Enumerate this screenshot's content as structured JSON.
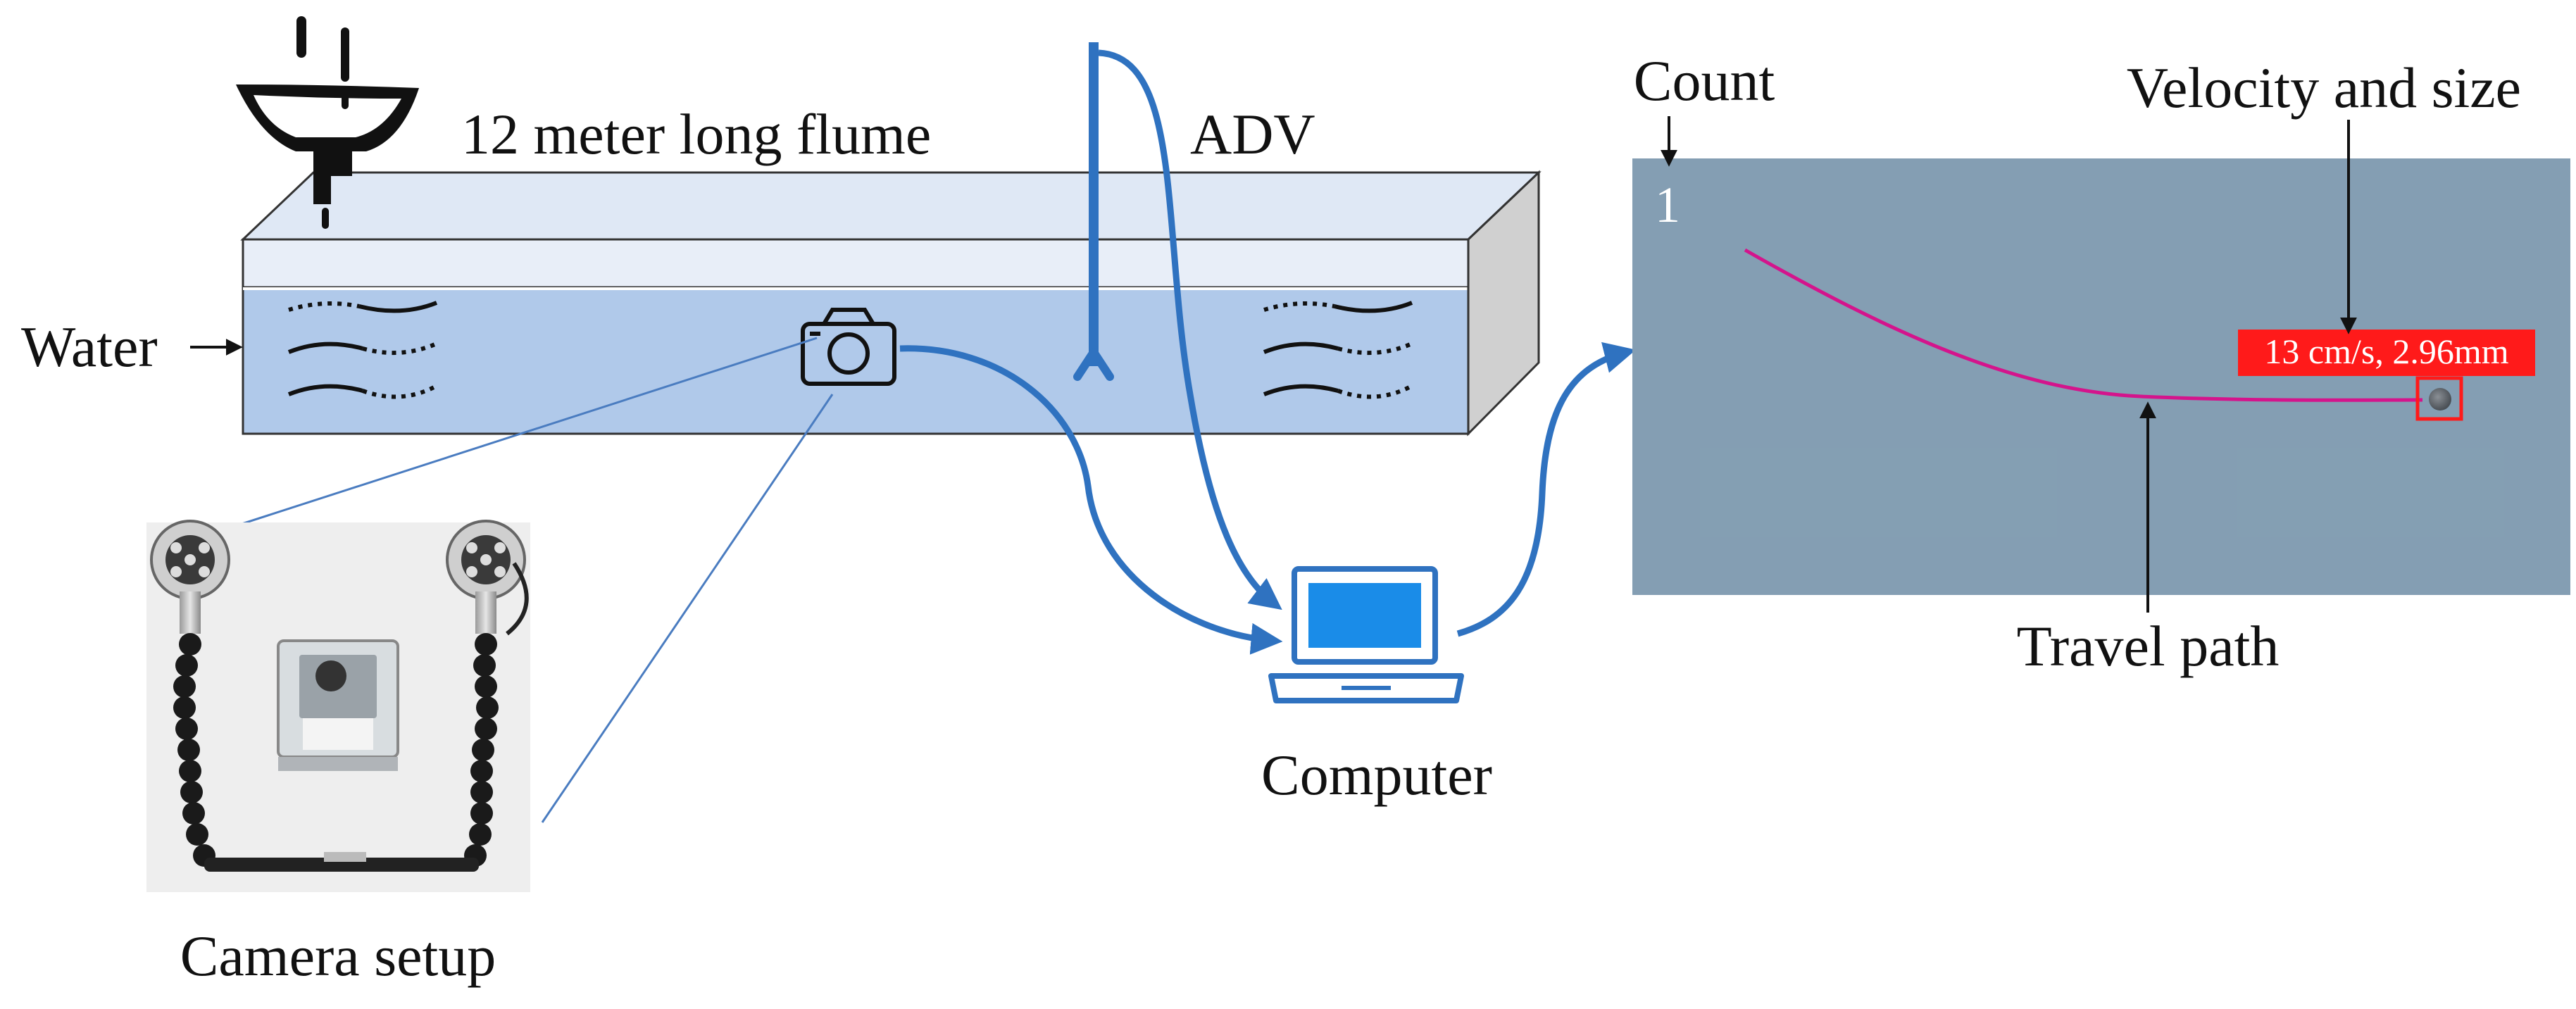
{
  "labels": {
    "flume": "12 meter long flume",
    "adv": "ADV",
    "water": "Water",
    "camera_setup": "Camera setup",
    "computer": "Computer",
    "count": "Count",
    "velocity_size": "Velocity and size",
    "travel_path": "Travel path"
  },
  "frame": {
    "count_value": "1",
    "measurement": "13 cm/s, 2.96mm"
  },
  "colors": {
    "flow_arrow": "#2f72c0",
    "flume_top": "#dfe8f5",
    "flume_water": "#b0c9ea",
    "frame_bg": "#7f9bb0",
    "path": "#d4148c",
    "measure_bg": "#ff1a1a",
    "laptop": "#1a8ce8"
  },
  "icons": [
    "faucet-icon",
    "camera-icon",
    "wave-icon",
    "adv-probe-icon",
    "laptop-icon",
    "particle-box-icon"
  ]
}
